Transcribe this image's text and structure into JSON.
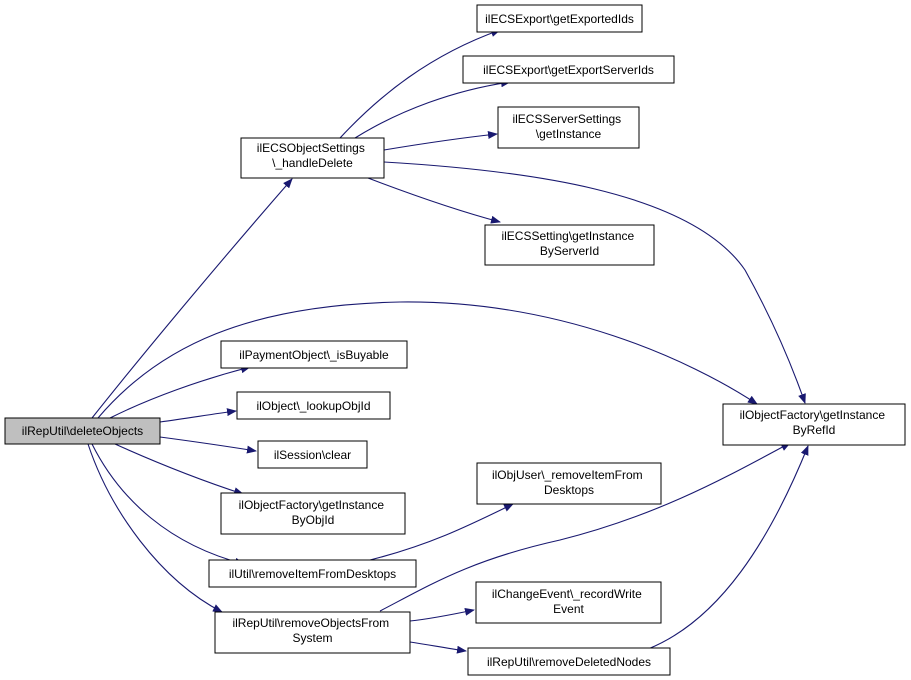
{
  "colors": {
    "edge": "#191970",
    "node_fill": "#ffffff",
    "root_fill": "#bfbfbf",
    "node_border": "#000000"
  },
  "nodes": {
    "delete_objects": [
      "ilRepUtil\\deleteObjects"
    ],
    "handle_delete": [
      "ilECSObjectSettings",
      "\\_handleDelete"
    ],
    "get_exported_ids": [
      "ilECSExport\\getExportedIds"
    ],
    "get_export_server_ids": [
      "ilECSExport\\getExportServerIds"
    ],
    "server_settings_get_instance": [
      "ilECSServerSettings",
      "\\getInstance"
    ],
    "setting_get_instance_by_server_id": [
      "ilECSSetting\\getInstance",
      "ByServerId"
    ],
    "get_instance_by_ref_id": [
      "ilObjectFactory\\getInstance",
      "ByRefId"
    ],
    "is_buyable": [
      "ilPaymentObject\\_isBuyable"
    ],
    "lookup_obj_id": [
      "ilObject\\_lookupObjId"
    ],
    "session_clear": [
      "ilSession\\clear"
    ],
    "get_instance_by_obj_id": [
      "ilObjectFactory\\getInstance",
      "ByObjId"
    ],
    "obj_user_remove_item": [
      "ilObjUser\\_removeItemFrom",
      "Desktops"
    ],
    "util_remove_item": [
      "ilUtil\\removeItemFromDesktops"
    ],
    "record_write_event": [
      "ilChangeEvent\\_recordWrite",
      "Event"
    ],
    "remove_objects_from_system": [
      "ilRepUtil\\removeObjectsFrom",
      "System"
    ],
    "remove_deleted_nodes": [
      "ilRepUtil\\removeDeletedNodes"
    ]
  },
  "edges": [
    [
      "delete_objects",
      "handle_delete"
    ],
    [
      "delete_objects",
      "get_instance_by_ref_id"
    ],
    [
      "delete_objects",
      "is_buyable"
    ],
    [
      "delete_objects",
      "lookup_obj_id"
    ],
    [
      "delete_objects",
      "session_clear"
    ],
    [
      "delete_objects",
      "get_instance_by_obj_id"
    ],
    [
      "delete_objects",
      "util_remove_item"
    ],
    [
      "delete_objects",
      "remove_objects_from_system"
    ],
    [
      "handle_delete",
      "get_exported_ids"
    ],
    [
      "handle_delete",
      "get_export_server_ids"
    ],
    [
      "handle_delete",
      "server_settings_get_instance"
    ],
    [
      "handle_delete",
      "setting_get_instance_by_server_id"
    ],
    [
      "handle_delete",
      "get_instance_by_ref_id"
    ],
    [
      "util_remove_item",
      "obj_user_remove_item"
    ],
    [
      "remove_objects_from_system",
      "get_instance_by_ref_id"
    ],
    [
      "remove_objects_from_system",
      "record_write_event"
    ],
    [
      "remove_objects_from_system",
      "remove_deleted_nodes"
    ],
    [
      "remove_deleted_nodes",
      "get_instance_by_ref_id"
    ]
  ]
}
